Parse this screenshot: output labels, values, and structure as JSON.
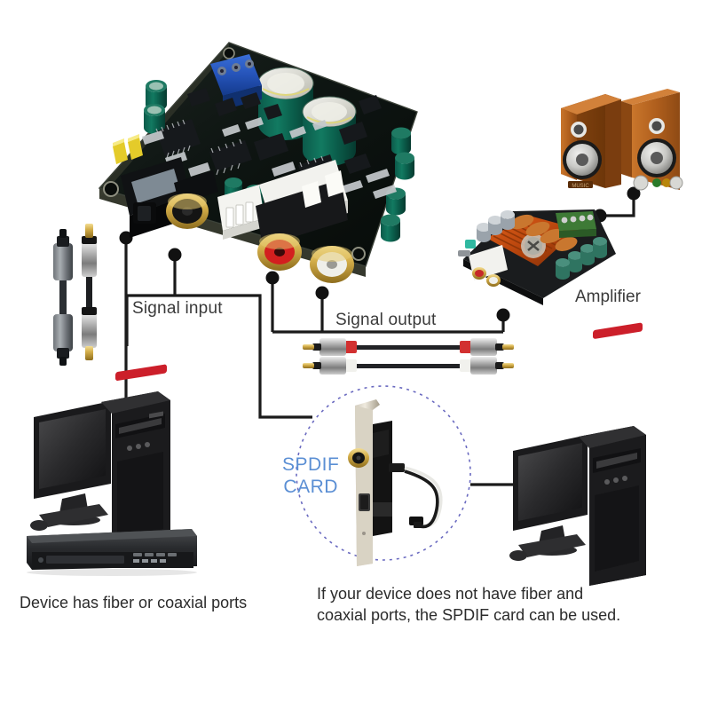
{
  "diagram": {
    "title": "Digital audio DAC board connection diagram",
    "background_color": "#ffffff",
    "line_color": "#1a1a1a",
    "labels": {
      "signal_input": "Signal input",
      "signal_output": "Signal output",
      "amplifier": "Amplifier",
      "spdif_card_line1": "SPDIF",
      "spdif_card_line2": "CARD",
      "caption_left": "Device has fiber or coaxial ports",
      "caption_right_line1": "If your device does not have fiber and",
      "caption_right_line2": "coaxial ports, the SPDIF card can be used."
    },
    "colors": {
      "spdif_text": "#5b8fd4",
      "spdif_circle": "#6a6ac0",
      "caption_text": "#2b2b2b",
      "label_text": "#3a3a3a",
      "pcb_green": "#0d140f",
      "speaker_wood": "#b5651d",
      "amp_heatsink": "#c4510f",
      "rca_red": "#d02020",
      "rca_white": "#f2f2f2"
    },
    "components": [
      {
        "name": "dac-board",
        "label": "",
        "note": "black PCB with optical Toslink input, coaxial RCA input, white RCA stereo outputs, two green electrolytic capacitors, blue screw terminal"
      },
      {
        "name": "optical-coaxial-cable-pair",
        "label": ""
      },
      {
        "name": "rca-stereo-cable-pair",
        "label": ""
      },
      {
        "name": "speakers",
        "label": ""
      },
      {
        "name": "amplifier-board",
        "label": "Amplifier"
      },
      {
        "name": "desktop-pc-left",
        "label": ""
      },
      {
        "name": "dvd-player",
        "label": ""
      },
      {
        "name": "spdif-card",
        "label": "SPDIF CARD"
      },
      {
        "name": "desktop-pc-right",
        "label": ""
      }
    ]
  }
}
